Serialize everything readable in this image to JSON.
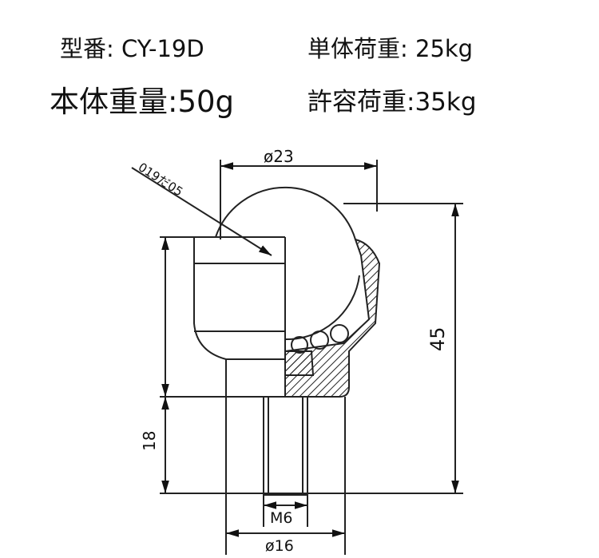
{
  "specs": {
    "model": "型番: CY-19D",
    "unit_load": "単体荷重: 25kg",
    "weight": "本体重量:50g",
    "allowable_load": "許容荷重:35kg"
  },
  "dimensions": {
    "outer_diameter": "ø23",
    "ball_diameter": "019だ05",
    "height": "45",
    "stud_length": "18",
    "thread": "M6",
    "base_diameter": "ø16"
  }
}
